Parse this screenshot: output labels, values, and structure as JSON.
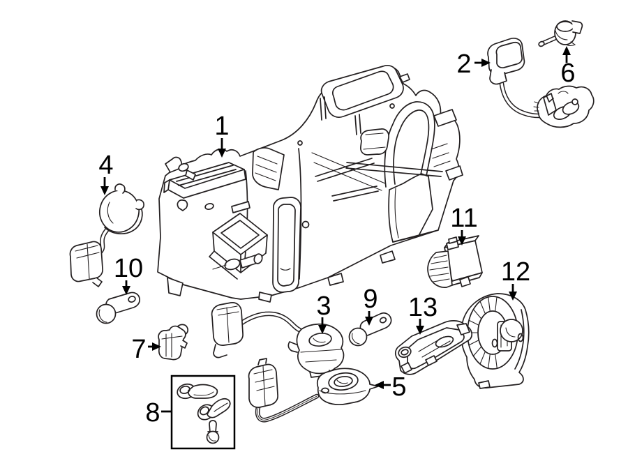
{
  "diagram": {
    "type": "exploded-parts-diagram",
    "colors": {
      "background": "#ffffff",
      "line_art": "#231f20",
      "labels": "#000000"
    },
    "callouts": [
      {
        "label": "1"
      },
      {
        "label": "2"
      },
      {
        "label": "3"
      },
      {
        "label": "4"
      },
      {
        "label": "5"
      },
      {
        "label": "6"
      },
      {
        "label": "7"
      },
      {
        "label": "8"
      },
      {
        "label": "9"
      },
      {
        "label": "10"
      },
      {
        "label": "11"
      },
      {
        "label": "12"
      },
      {
        "label": "13"
      }
    ]
  }
}
